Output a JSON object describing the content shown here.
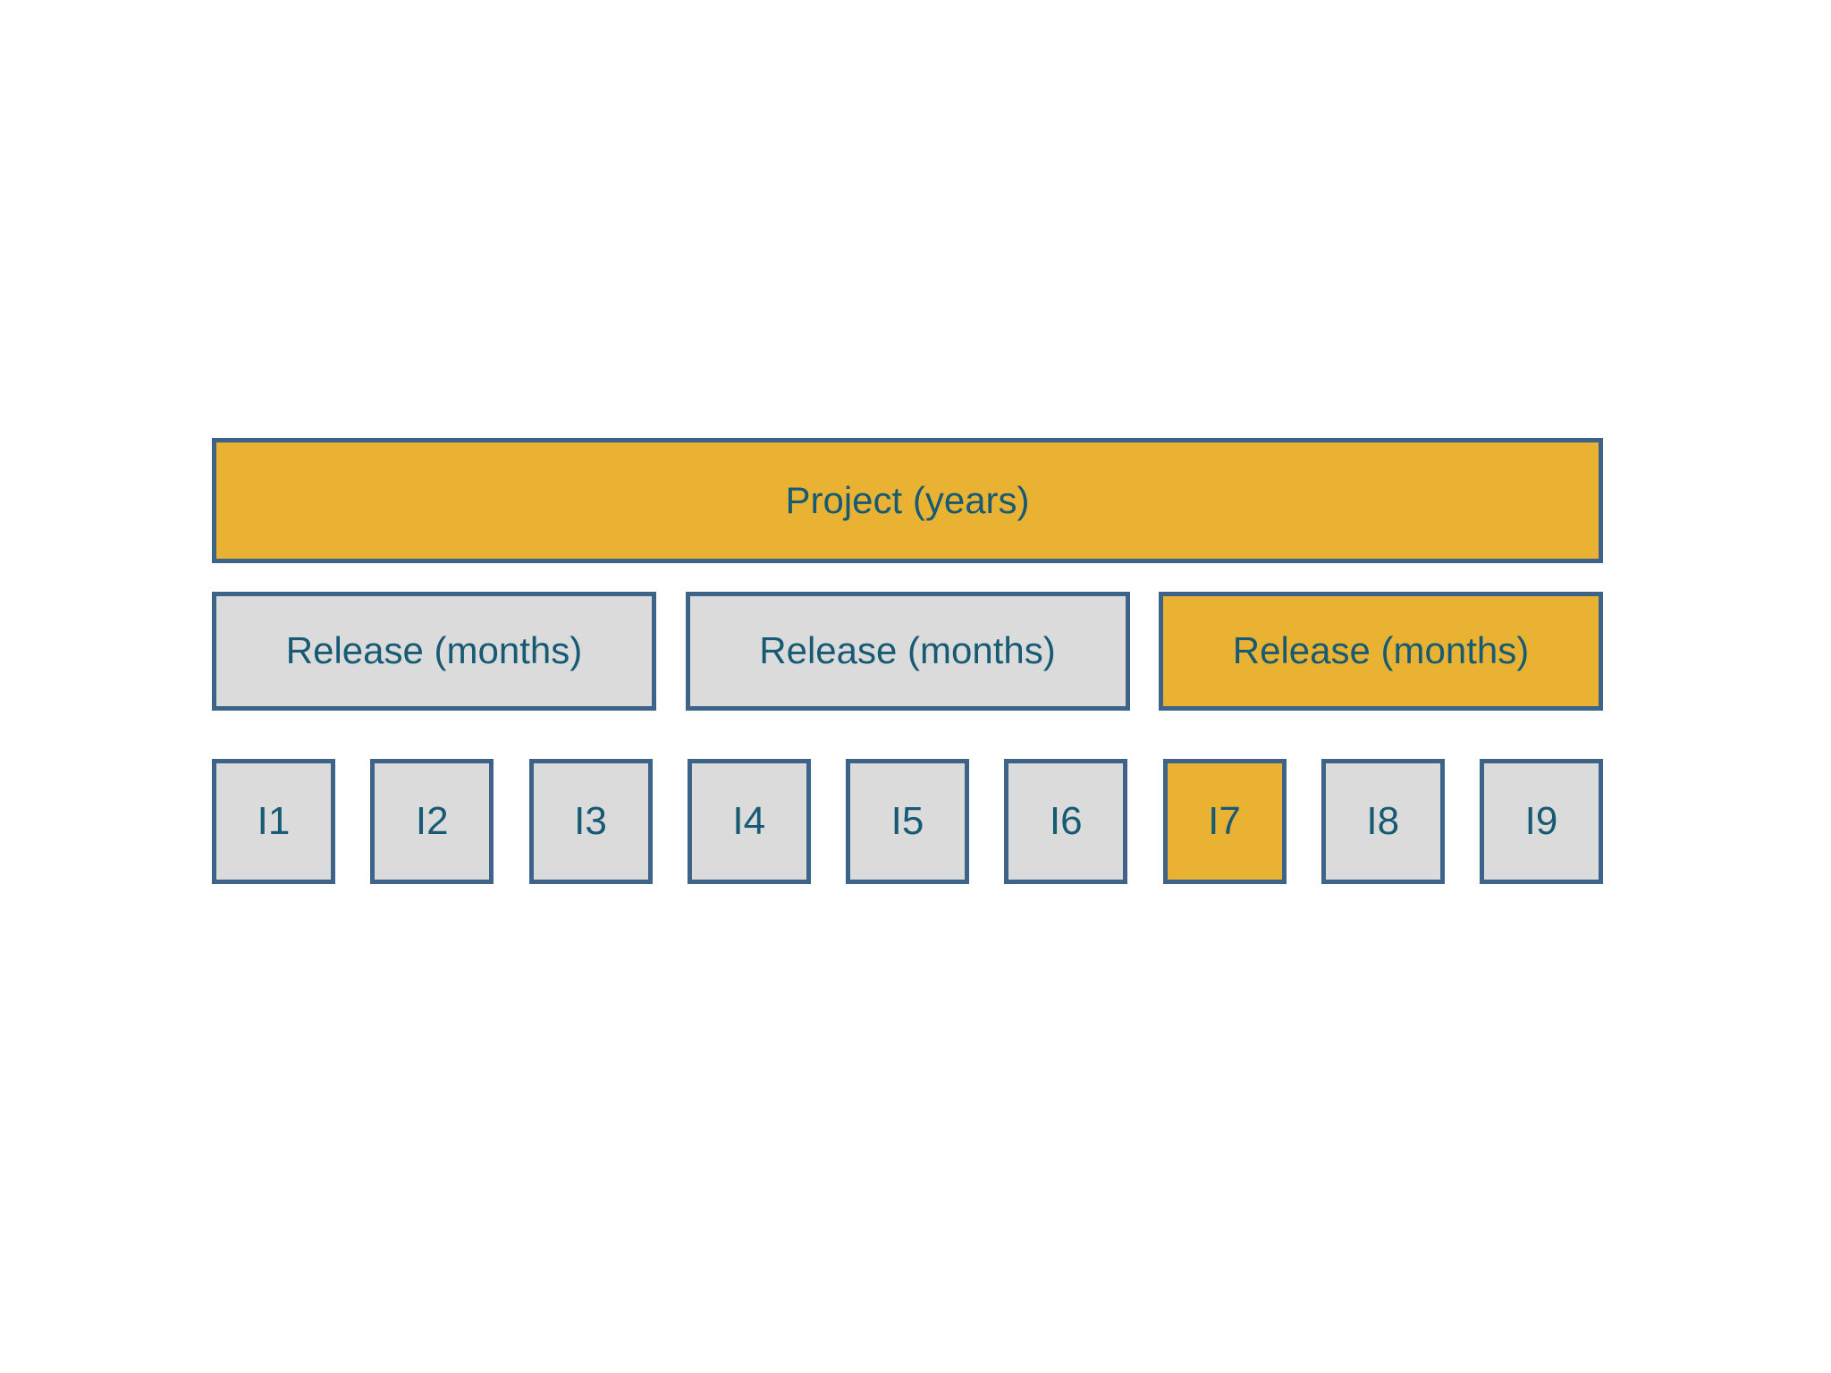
{
  "palette": {
    "orange": "#EAB233",
    "gray": "#DBDBDB",
    "border": "#3D6488",
    "text": "#175A74",
    "background": "#FFFFFF"
  },
  "diagram": {
    "project": {
      "label": "Project (years)",
      "variant": "orange"
    },
    "releases": [
      {
        "label": "Release (months)",
        "variant": "gray"
      },
      {
        "label": "Release (months)",
        "variant": "gray"
      },
      {
        "label": "Release (months)",
        "variant": "orange"
      }
    ],
    "iterations": [
      {
        "label": "I1",
        "variant": "gray"
      },
      {
        "label": "I2",
        "variant": "gray"
      },
      {
        "label": "I3",
        "variant": "gray"
      },
      {
        "label": "I4",
        "variant": "gray"
      },
      {
        "label": "I5",
        "variant": "gray"
      },
      {
        "label": "I6",
        "variant": "gray"
      },
      {
        "label": "I7",
        "variant": "orange"
      },
      {
        "label": "I8",
        "variant": "gray"
      },
      {
        "label": "I9",
        "variant": "gray"
      }
    ]
  }
}
